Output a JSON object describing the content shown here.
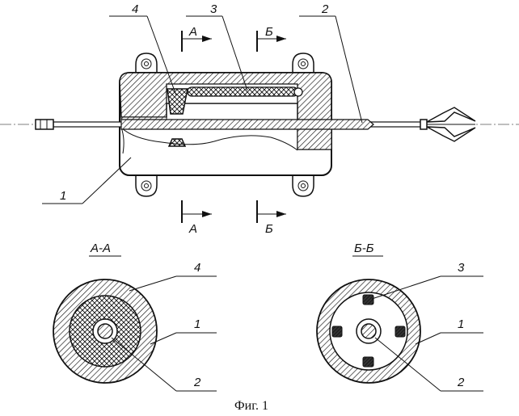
{
  "labels": {
    "part1": "1",
    "part2": "2",
    "part3": "3",
    "part4": "4"
  },
  "section_marks": {
    "a": "А",
    "b": "Б"
  },
  "section_titles": {
    "aa": "А-А",
    "bb": "Б-Б"
  },
  "caption": "Фиг. 1"
}
